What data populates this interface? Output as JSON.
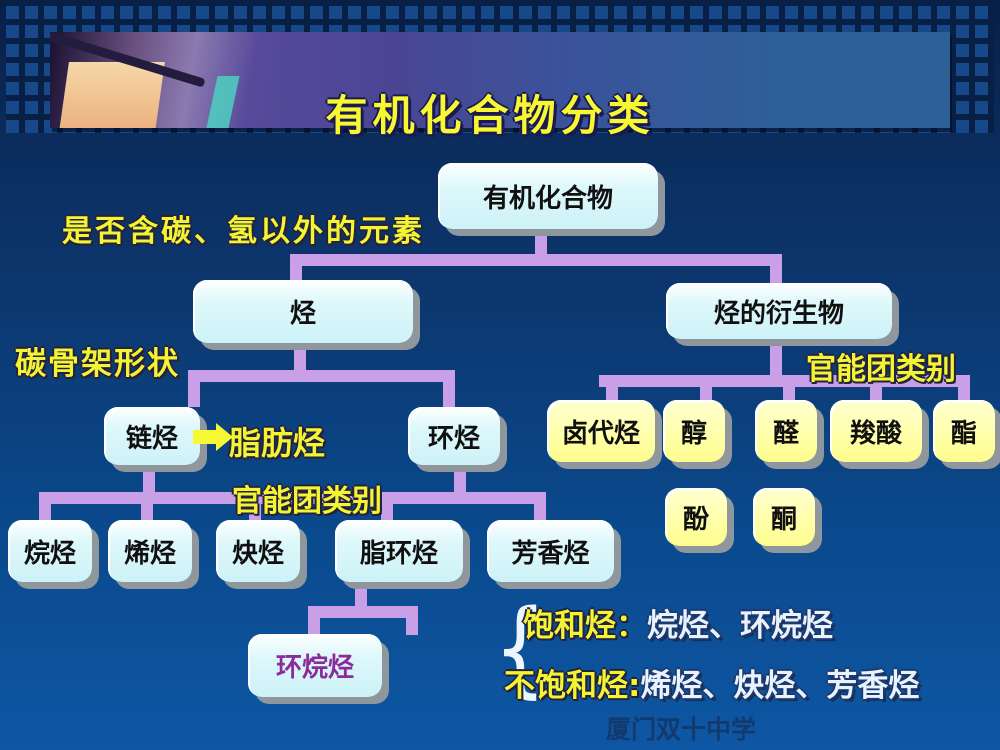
{
  "title": "有机化合物分类",
  "footer": "厦门双十中学",
  "annotations": {
    "element_question": "是否含碳、氢以外的元素",
    "skeleton_shape": "碳骨架形状",
    "functional_group_right": "官能团类别",
    "functional_group_mid": "官能团类别",
    "aliphatic": "脂肪烃"
  },
  "tree": {
    "root": "有机化合物",
    "hydrocarbon": "烃",
    "derivative": "烃的衍生物",
    "chain": "链烃",
    "cyclic": "环烃",
    "halogenated": "卤代烃",
    "alcohol": "醇",
    "aldehyde": "醛",
    "carboxylic_acid": "羧酸",
    "ester": "酯",
    "phenol": "酚",
    "ketone": "酮",
    "alkane": "烷烃",
    "alkene": "烯烃",
    "alkyne": "炔烃",
    "alicyclic": "脂环烃",
    "aromatic": "芳香烃",
    "cycloalkane": "环烷烃"
  },
  "summary": {
    "saturated_label": "饱和烃：",
    "saturated_items": "烷烃、环烷烃",
    "unsaturated_label": "不饱和烃:",
    "unsaturated_items": "烯烃、炔烃、芳香烃"
  },
  "icons": {
    "brace": "{"
  },
  "colors": {
    "background_top": "#081f46",
    "background_bottom": "#0e57a4",
    "node_fill": "#d9f6fa",
    "node_fill_yellow": "#ffffa0",
    "connector": "#c9a0e8",
    "accent_text": "#f8f832",
    "cycloalkane_text": "#8a2d9a",
    "shadow": "#8f979c"
  }
}
